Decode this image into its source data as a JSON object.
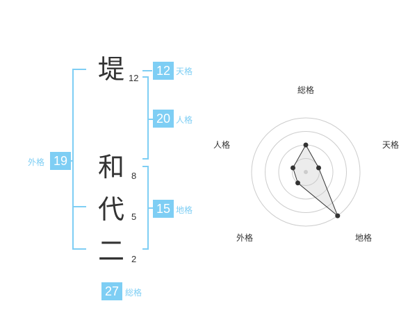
{
  "colors": {
    "accent": "#7ecef4",
    "line": "#7ecef4",
    "text": "#333333"
  },
  "name": {
    "characters": [
      {
        "char": "堤",
        "strokes": "12"
      },
      {
        "char": "和",
        "strokes": "8"
      },
      {
        "char": "代",
        "strokes": "5"
      },
      {
        "char": "二",
        "strokes": "2"
      }
    ]
  },
  "fortunes": {
    "tenkaku": {
      "value": "12",
      "label": "天格"
    },
    "jinkaku": {
      "value": "20",
      "label": "人格"
    },
    "chikaku": {
      "value": "15",
      "label": "地格"
    },
    "gaikaku": {
      "value": "19",
      "label": "外格"
    },
    "soukaku": {
      "value": "27",
      "label": "総格"
    }
  },
  "chart_data": {
    "type": "radar",
    "axes": [
      "総格",
      "天格",
      "地格",
      "外格",
      "人格"
    ],
    "rings": 4,
    "values": [
      2,
      1,
      4,
      1,
      1
    ],
    "max": 4
  }
}
